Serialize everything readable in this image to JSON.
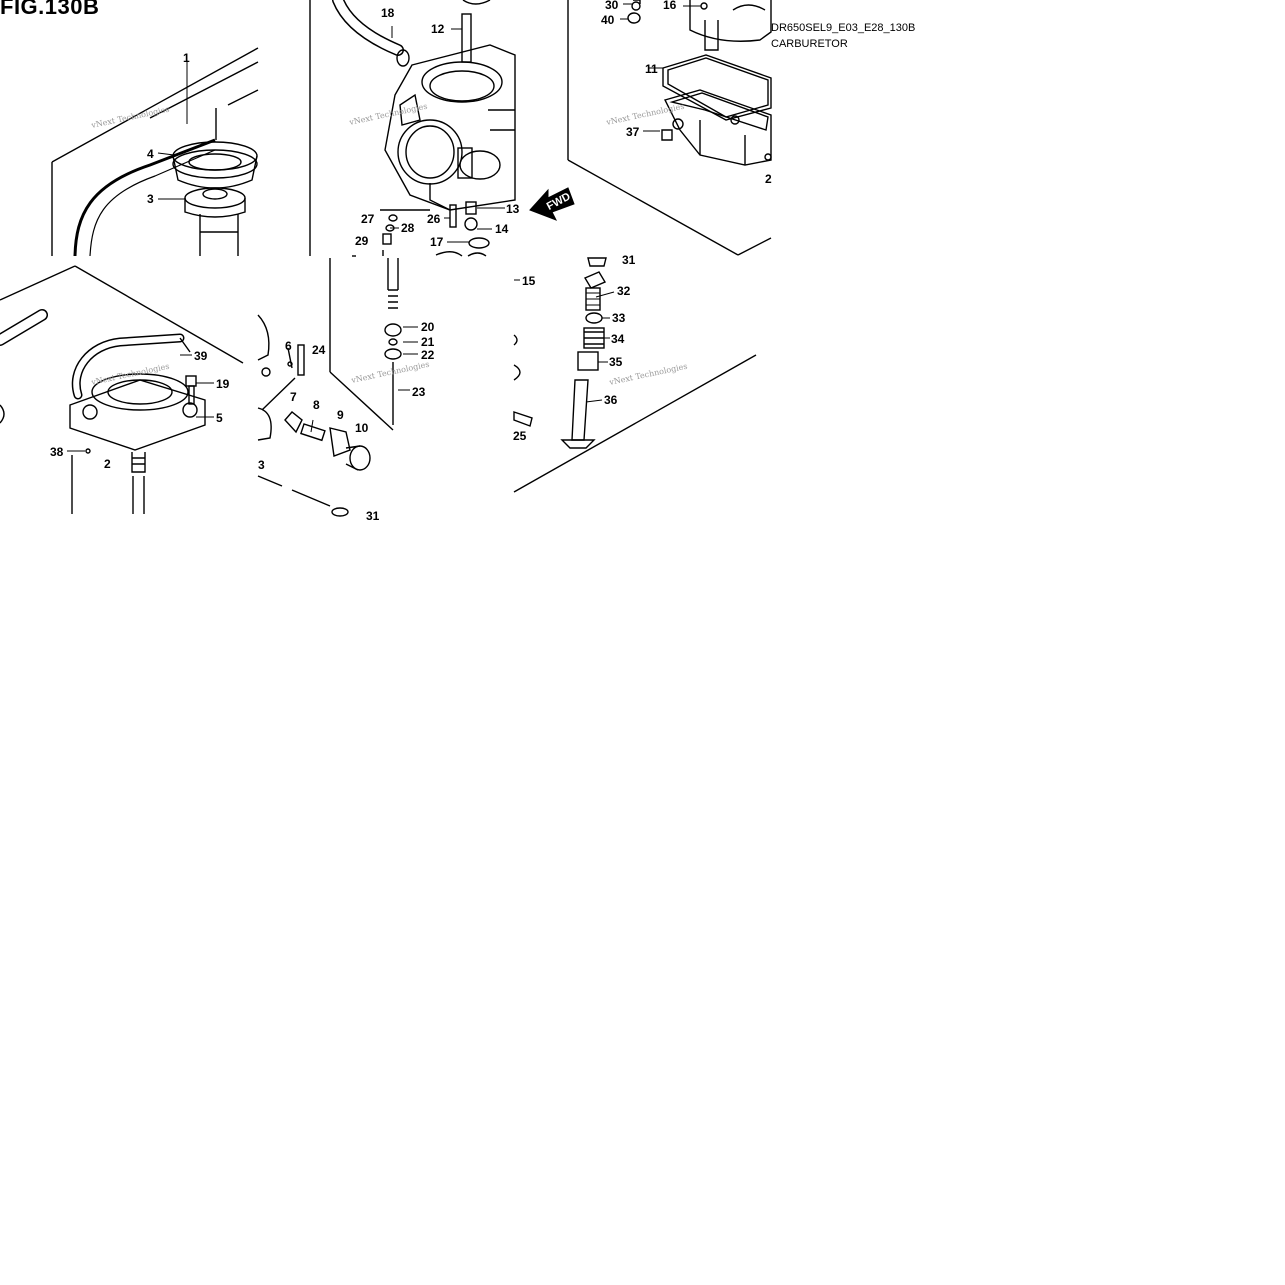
{
  "figure": {
    "title": "FIG.130B",
    "code": "DR650SEL9_E03_E28_130B",
    "section": "CARBURETOR"
  },
  "watermark": "vNext Technologies",
  "fwd_label": "FWD",
  "callouts": [
    {
      "label": "1"
    },
    {
      "label": "4"
    },
    {
      "label": "3"
    },
    {
      "label": "18"
    },
    {
      "label": "12"
    },
    {
      "label": "27"
    },
    {
      "label": "28"
    },
    {
      "label": "29"
    },
    {
      "label": "26"
    },
    {
      "label": "13"
    },
    {
      "label": "14"
    },
    {
      "label": "17"
    },
    {
      "label": "30"
    },
    {
      "label": "40"
    },
    {
      "label": "16"
    },
    {
      "label": "11"
    },
    {
      "label": "37"
    },
    {
      "label": "2"
    },
    {
      "label": "39"
    },
    {
      "label": "19"
    },
    {
      "label": "5"
    },
    {
      "label": "38"
    },
    {
      "label": "2"
    },
    {
      "label": "6"
    },
    {
      "label": "24"
    },
    {
      "label": "7"
    },
    {
      "label": "8"
    },
    {
      "label": "9"
    },
    {
      "label": "10"
    },
    {
      "label": "3"
    },
    {
      "label": "31"
    },
    {
      "label": "20"
    },
    {
      "label": "21"
    },
    {
      "label": "22"
    },
    {
      "label": "23"
    },
    {
      "label": "15"
    },
    {
      "label": "25"
    },
    {
      "label": "31"
    },
    {
      "label": "32"
    },
    {
      "label": "33"
    },
    {
      "label": "34"
    },
    {
      "label": "35"
    },
    {
      "label": "36"
    }
  ]
}
